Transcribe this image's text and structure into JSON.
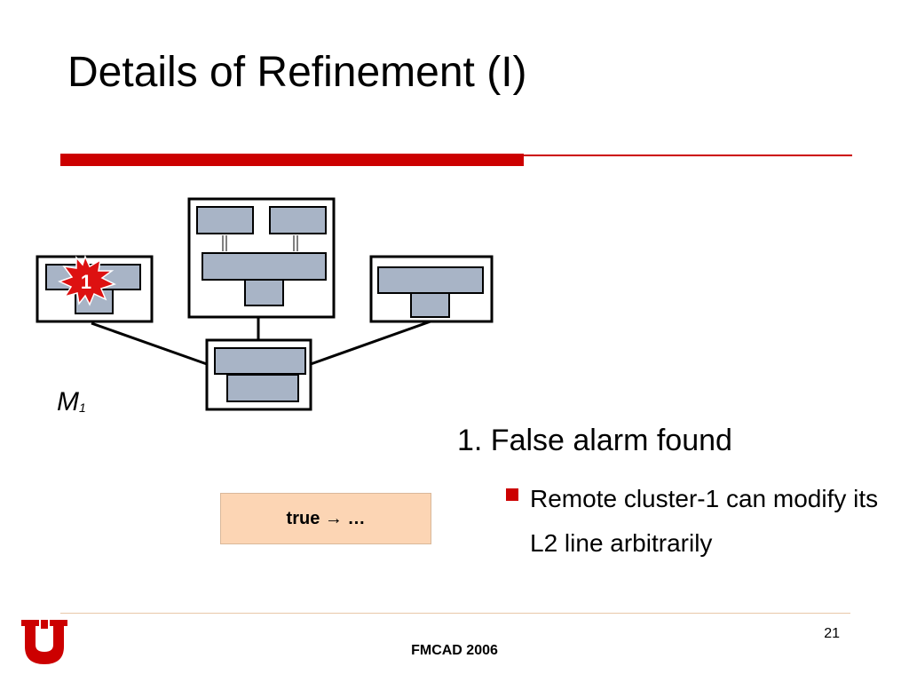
{
  "slide": {
    "title": "Details of Refinement (I)",
    "diagram": {
      "cluster_label_main": "M",
      "cluster_label_sub": "1",
      "alarm_badge": "1"
    },
    "points": {
      "main": "1. False alarm found",
      "sub": "Remote cluster-1 can modify its L2 line arbitrarily"
    },
    "formula": "true → …",
    "footer": {
      "text": "FMCAD 2006",
      "page_number": "21"
    }
  },
  "colors": {
    "accent_red": "#cc0000",
    "block_fill": "#a8b4c6",
    "formula_fill": "#fcd5b4"
  }
}
